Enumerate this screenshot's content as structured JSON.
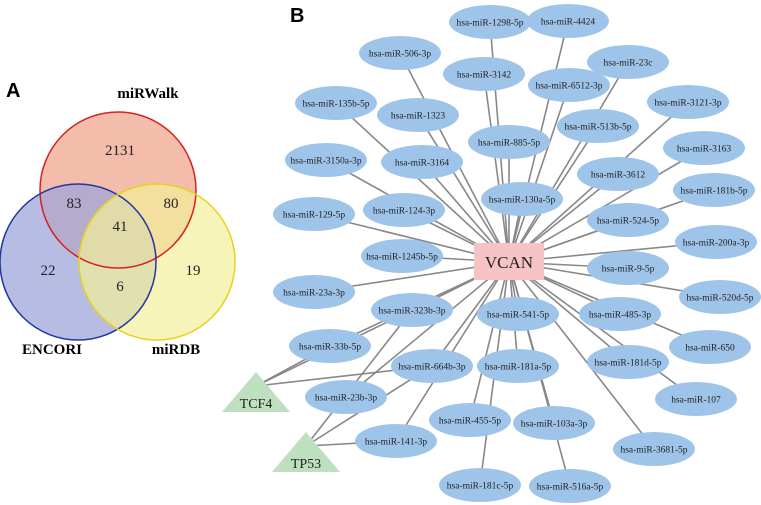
{
  "panels": {
    "a": "A",
    "b": "B"
  },
  "venn": {
    "sets": {
      "mirwalk": "miRWalk",
      "encori": "ENCORI",
      "mirdb": "miRDB"
    },
    "colors": {
      "mirwalk": "#f0a58f",
      "encori": "#9fa6d8",
      "mirdb": "#f2ef9a",
      "mirwalk_stroke": "#d62020",
      "encori_stroke": "#2236a0",
      "mirdb_stroke": "#e6d21c"
    },
    "counts": {
      "mirwalk_only": "2131",
      "mirwalk_encori": "83",
      "mirwalk_mirdb": "80",
      "all_three": "41",
      "encori_only": "22",
      "encori_mirdb": "6",
      "mirdb_only": "19"
    }
  },
  "network": {
    "hub": "VCAN",
    "hub_color": "#f6c4c4",
    "mirna_color": "#9fc4ea",
    "tf_color": "#bfe0bf",
    "mirnas": [
      "hsa-miR-1298-5p",
      "hsa-miR-4424",
      "hsa-miR-506-3p",
      "hsa-miR-3142",
      "hsa-miR-6512-3p",
      "hsa-miR-23c",
      "hsa-miR-135b-5p",
      "hsa-miR-1323",
      "hsa-miR-3121-3p",
      "hsa-miR-885-5p",
      "hsa-miR-513b-5p",
      "hsa-miR-3163",
      "hsa-miR-3150a-3p",
      "hsa-miR-3164",
      "hsa-miR-3612",
      "hsa-miR-124-3p",
      "hsa-miR-130a-5p",
      "hsa-miR-181b-5p",
      "hsa-miR-129-5p",
      "hsa-miR-524-5p",
      "hsa-miR-200a-3p",
      "hsa-miR-1245b-5p",
      "hsa-miR-9-5p",
      "hsa-miR-23a-3p",
      "hsa-miR-520d-5p",
      "hsa-miR-323b-3p",
      "hsa-miR-541-5p",
      "hsa-miR-485-3p",
      "hsa-miR-33b-5p",
      "hsa-miR-650",
      "hsa-miR-664b-3p",
      "hsa-miR-181a-5p",
      "hsa-miR-181d-5p",
      "hsa-miR-23b-3p",
      "hsa-miR-107",
      "hsa-miR-455-5p",
      "hsa-miR-103a-3p",
      "hsa-miR-141-3p",
      "hsa-miR-3681-5p",
      "hsa-miR-181c-5p",
      "hsa-miR-516a-5p"
    ],
    "tfs": [
      "TCF4",
      "TP53"
    ]
  }
}
